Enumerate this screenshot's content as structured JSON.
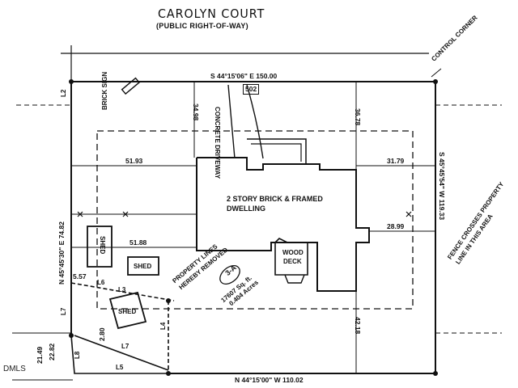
{
  "street": {
    "name": "CAROLYN COURT",
    "note": "(PUBLIC RIGHT-OF-WAY)"
  },
  "watermark": "DMLS",
  "boundaries": {
    "north": "S 44°15'06\" E 150.00",
    "south": "N 44°15'00\" W 110.02",
    "west": "N 45°45'30\" E 74.82",
    "east": "S 45°45'54\" W 119.33"
  },
  "lot_number": "502",
  "labels": {
    "brick_sign": "BRICK SIGN",
    "control_corner": "CONTROL CORNER",
    "driveway": "CONCRETE DRIVEWAY",
    "dwelling_1": "2 STORY BRICK & FRAMED",
    "dwelling_2": "DWELLING",
    "wood_deck_1": "WOOD",
    "wood_deck_2": "DECK",
    "shed_a": "SHED",
    "shed_b": "SHED",
    "shed_c": "SHED",
    "property_lines_1": "PROPERTY LINES",
    "property_lines_2": "HEREBY REMOVED",
    "fence_1": "FENCE CROSSES PROPERTY",
    "fence_2": "LINE IN THIS AREA",
    "lot_id": "3-A",
    "area_sqft": "17607 Sq. ft.",
    "area_acres": "0.404 Acres"
  },
  "dimensions": {
    "left_setback": "51.93",
    "right_setback": "31.79",
    "left_rear": "51.88",
    "right_rear": "28.99",
    "front_left": "34.98",
    "front_right": "36.78",
    "rear_right": "42.18",
    "small_left": "5.57",
    "diag": "2.80",
    "west_low": "21.49",
    "west_low2": "22.82"
  },
  "line_labels": [
    "L2",
    "L3",
    "L4",
    "L5",
    "L6",
    "L7",
    "L7",
    "L8"
  ]
}
